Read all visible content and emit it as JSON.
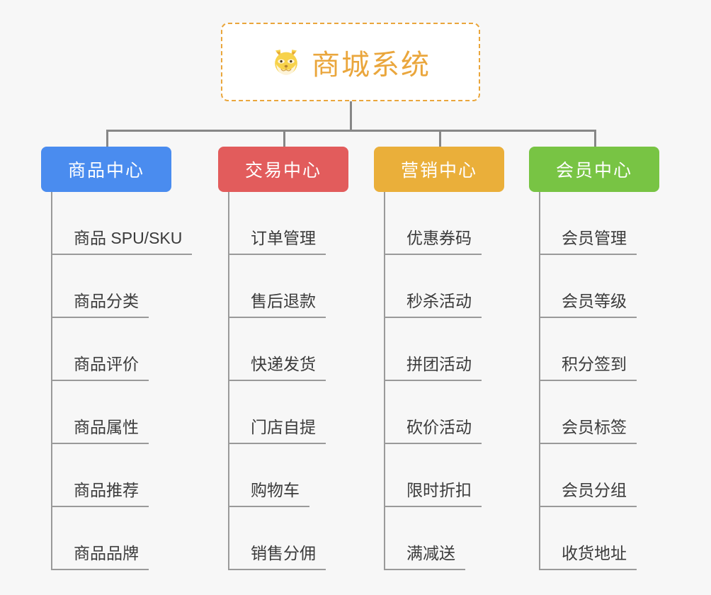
{
  "page": {
    "background_color": "#f7f7f7",
    "connector_color": "#878787",
    "leaf_line_color": "#9a9a9a",
    "leaf_text_color": "#3b3b3b"
  },
  "root": {
    "title": "商城系统",
    "icon": "shiba-dog-face-emoji",
    "border_color": "#eaa63c",
    "text_color": "#eaa63c",
    "background_color": "#ffffff"
  },
  "columns": [
    {
      "id": "product-center",
      "label": "商品中心",
      "color": "#4a8cef",
      "items": [
        "商品 SPU/SKU",
        "商品分类",
        "商品评价",
        "商品属性",
        "商品推荐",
        "商品品牌"
      ]
    },
    {
      "id": "trade-center",
      "label": "交易中心",
      "color": "#e25c5c",
      "items": [
        "订单管理",
        "售后退款",
        "快递发货",
        "门店自提",
        "购物车",
        "销售分佣"
      ]
    },
    {
      "id": "marketing-center",
      "label": "营销中心",
      "color": "#eaaf3a",
      "items": [
        "优惠券码",
        "秒杀活动",
        "拼团活动",
        "砍价活动",
        "限时折扣",
        "满减送"
      ]
    },
    {
      "id": "member-center",
      "label": "会员中心",
      "color": "#78c444",
      "items": [
        "会员管理",
        "会员等级",
        "积分签到",
        "会员标签",
        "会员分组",
        "收货地址"
      ]
    }
  ]
}
